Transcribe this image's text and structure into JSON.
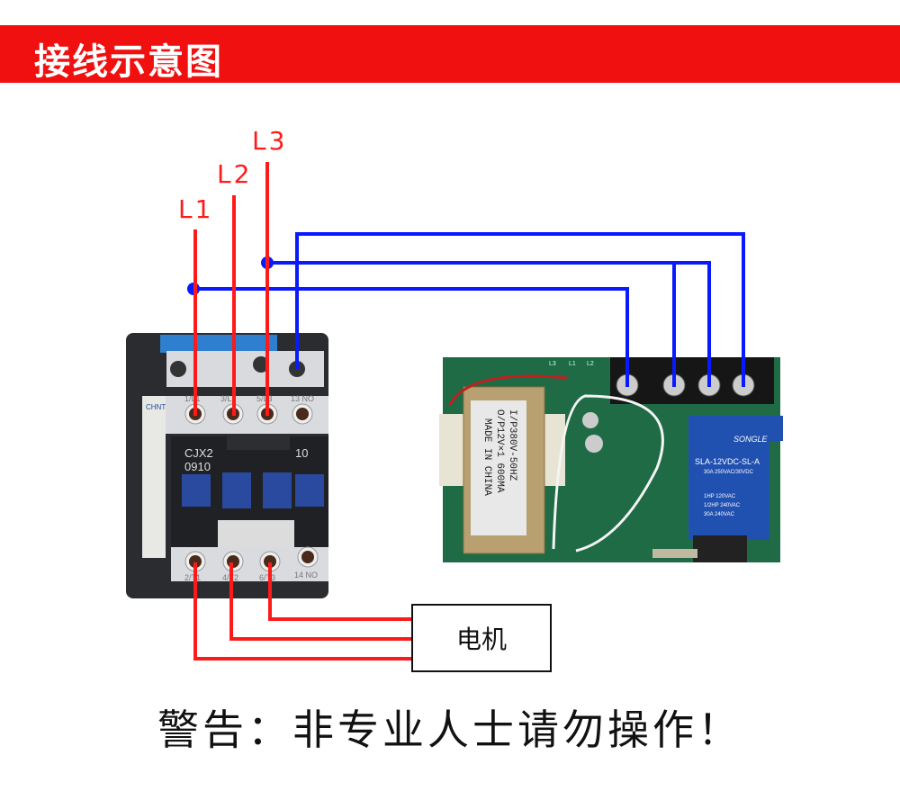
{
  "header": {
    "title": "接线示意图"
  },
  "phases": [
    {
      "label": "L1"
    },
    {
      "label": "L2"
    },
    {
      "label": "L3"
    }
  ],
  "contactor": {
    "model": "CJX2",
    "code": "0910",
    "aux": "10",
    "brand": "CHNT",
    "top_terminals": [
      "1/L1",
      "3/L2",
      "5/L3",
      "13 NO"
    ],
    "bottom_terminals": [
      "2/T1",
      "4/T2",
      "6/T3",
      "14 NO"
    ]
  },
  "controller": {
    "transformer_lines": [
      "I/P380V-50HZ",
      "O/P12V×1 600MA",
      "MADE IN CHINA"
    ],
    "relay_brand": "SONGLE",
    "relay_model": "SLA-12VDC-SL-A",
    "relay_rating": "30A 250VAC/30VDC",
    "relay_lines": [
      "1HP 120VAC",
      "1/2HP 240VAC",
      "30A 240VAC"
    ],
    "pcb_labels": [
      "L3",
      "L1",
      "L2"
    ]
  },
  "motor": {
    "label": "电机"
  },
  "warning": "警告：非专业人士请勿操作！",
  "colors": {
    "header": "#f01010",
    "phase_wire": "#ff1a1a",
    "control_wire": "#0a1aff"
  }
}
